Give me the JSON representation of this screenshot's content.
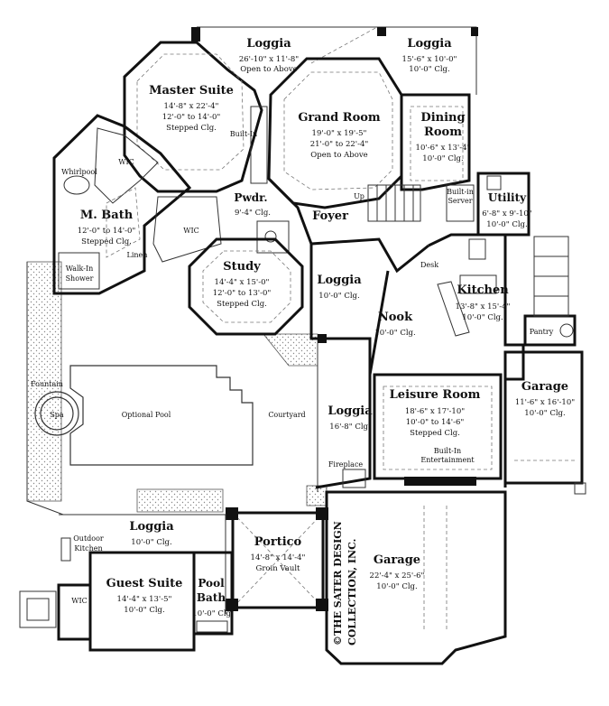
{
  "rooms": {
    "loggia_top": {
      "name": "Loggia",
      "dims": "26'-10\" x 11'-8\"",
      "clg": "Open to Above"
    },
    "loggia_top_right": {
      "name": "Loggia",
      "dims": "15'-6\" x 10'-0\"",
      "clg": "10'-0\" Clg."
    },
    "master_suite": {
      "name": "Master Suite",
      "dims": "14'-8\" x 22'-4\"",
      "clg": "12'-0\" to 14'-0\"",
      "clg2": "Stepped Clg."
    },
    "grand_room": {
      "name": "Grand Room",
      "dims": "19'-0\" x 19'-5\"",
      "clg": "21'-0\" to 22'-4\"",
      "clg2": "Open to Above"
    },
    "dining_room": {
      "name1": "Dining",
      "name2": "Room",
      "dims": "10'-6\" x 13'-4\"",
      "clg": "10'-0\" Clg."
    },
    "utility": {
      "name": "Utility",
      "dims": "6'-8\" x 9'-10\"",
      "clg": "10'-0\" Clg."
    },
    "pwdr": {
      "name": "Pwdr.",
      "clg": "9'-4\" Clg."
    },
    "foyer": {
      "name": "Foyer"
    },
    "m_bath": {
      "name": "M. Bath",
      "dims": "12'-0\" to 14'-0\"",
      "clg": "Stepped Clg."
    },
    "study": {
      "name": "Study",
      "dims": "14'-4\" x 15'-0\"",
      "clg": "12'-0\" to 13'-0\"",
      "clg2": "Stepped Clg."
    },
    "loggia_mid": {
      "name": "Loggia",
      "clg": "10'-0\" Clg."
    },
    "kitchen": {
      "name": "Kitchen",
      "dims": "13'-8\" x 15'-4\"",
      "clg": "10'-0\" Clg."
    },
    "nook": {
      "name": "Nook",
      "clg": "10'-0\" Clg."
    },
    "garage_right": {
      "name": "Garage",
      "dims": "11'-6\" x 16'-10\"",
      "clg": "10'-0\" Clg."
    },
    "loggia_left": {
      "name": "Loggia",
      "clg": "16'-8\" Clg."
    },
    "leisure_room": {
      "name": "Leisure Room",
      "dims": "18'-6\" x 17'-10\"",
      "clg": "10'-0\" to 14'-6\"",
      "clg2": "Stepped Clg."
    },
    "loggia_bottom": {
      "name": "Loggia",
      "clg": "10'-0\" Clg."
    },
    "portico": {
      "name": "Portico",
      "dims": "14'-8\" x 14'-4\"",
      "clg": "Groin Vault"
    },
    "garage_main": {
      "name": "Garage",
      "dims": "22'-4\" x 25'-6\"",
      "clg": "10'-0\" Clg."
    },
    "guest_suite": {
      "name": "Guest Suite",
      "dims": "14'-4\" x 13'-5\"",
      "clg": "10'-0\" Clg."
    },
    "pool_bath": {
      "name1": "Pool",
      "name2": "Bath",
      "clg": "10'-0\" Clg."
    }
  },
  "labels": {
    "wic_master": "WIC",
    "wic_mid": "WIC",
    "wic_guest": "WIC",
    "whirlpool": "Whirlpool",
    "linen": "Linen",
    "walk_in_shower_1": "Walk-In",
    "walk_in_shower_2": "Shower",
    "built_in_master": "Built-In",
    "built_in_server_1": "Built-in",
    "built_in_server_2": "Server",
    "up": "Up",
    "desk": "Desk",
    "pantry": "Pantry",
    "fountain": "Fountain",
    "spa": "Spa",
    "optional_pool": "Optional Pool",
    "courtyard": "Courtyard",
    "fireplace": "Fireplace",
    "built_in_ent_1": "Built-In",
    "built_in_ent_2": "Entertainment",
    "outdoor_kitchen_1": "Outdoor",
    "outdoor_kitchen_2": "Kitchen"
  },
  "credit": {
    "line1": "©THE SATER DESIGN",
    "line2": "COLLECTION, INC."
  }
}
